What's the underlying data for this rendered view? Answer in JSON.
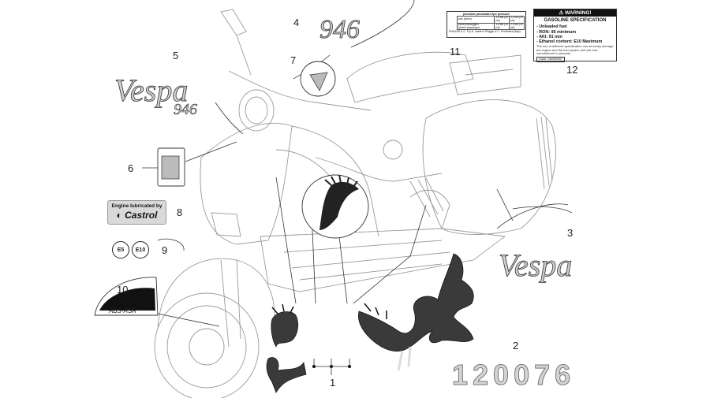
{
  "callouts": [
    "1",
    "2",
    "3",
    "4",
    "5",
    "6",
    "7",
    "8",
    "9",
    "10",
    "11",
    "12"
  ],
  "logos": {
    "vespa": "Vespa",
    "model_946": "946",
    "plate_number": "120076"
  },
  "warning_label": {
    "header": "WARNING!",
    "title": "GASOLINE SPECIFICATION",
    "lines": [
      "- Unleaded fuel",
      "- RON: 95 minimum",
      "- AKI: 91 min",
      "- Ethanol content: E10 Maximum"
    ],
    "fine_print": "The use of different specification can seriously damage the engine and the fuel system and will void manufacturer's warranty",
    "code": "Code: 1B009257"
  },
  "tyre_label": {
    "title": "pressione pneumatici /tyre pressure/",
    "rows": [
      [
        "solo (driver)",
        "1,8 bar (26 psi)",
        "2,0 bar (29 psi)"
      ],
      [
        "pilota+passeggero (driver+passenger)",
        "1,8 bar (26 psi)",
        "2,2 bar (32 psi)"
      ]
    ],
    "footer": "PIAGGIO & C. S.p.A. made in Piaggio & C. Pontedera (Italy)"
  },
  "castrol_label": {
    "top": "Engine lubricated by",
    "brand": "Castrol"
  },
  "emission_tags": [
    "E5",
    "E10"
  ],
  "abs_label": "ABS-ASR"
}
